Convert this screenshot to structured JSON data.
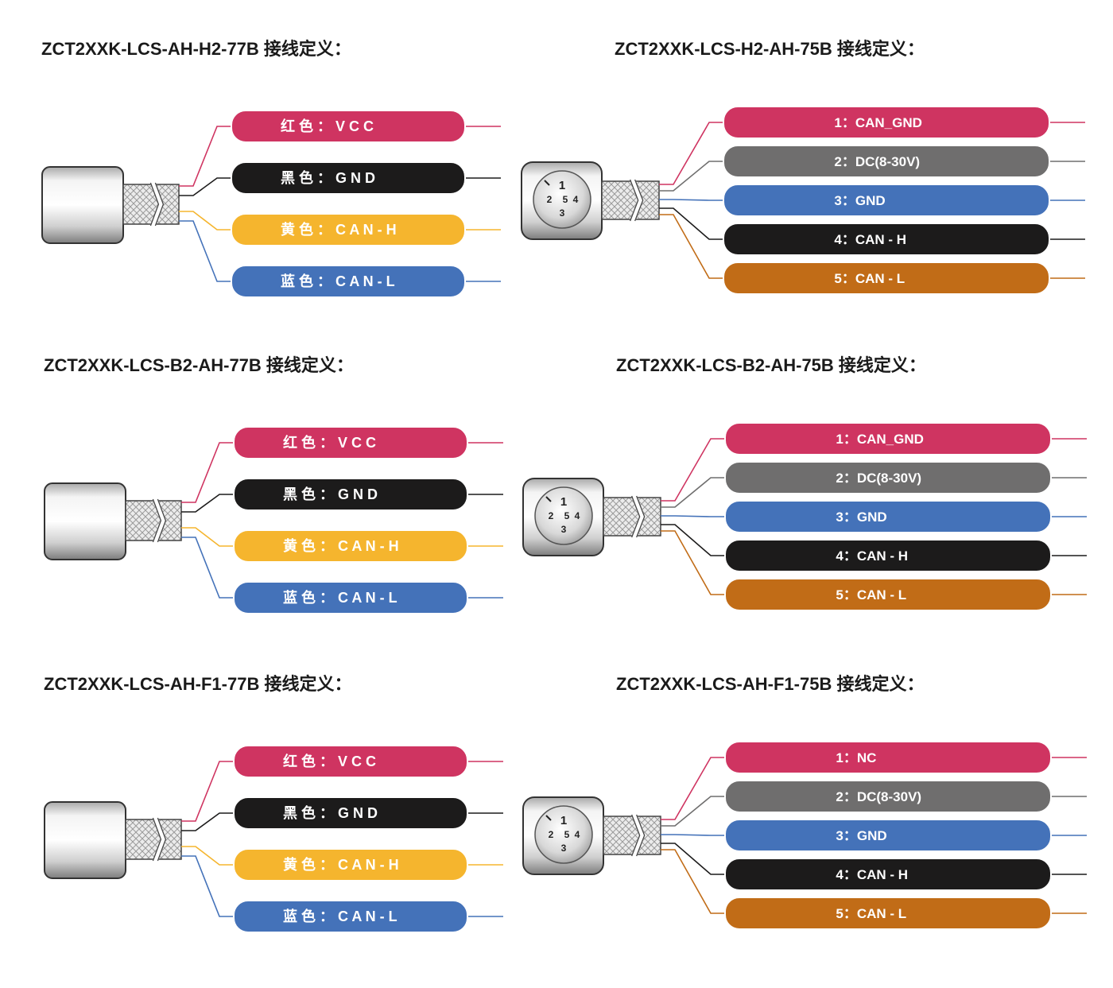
{
  "colors": {
    "red": "#cf3461",
    "black": "#1c1b1b",
    "yellow": "#f5b52e",
    "blue": "#4472b9",
    "gray": "#6f6e6e",
    "orange": "#c16c17"
  },
  "panels": [
    {
      "title": "ZCT2XXK-LCS-AH-H2-77B 接线定义：",
      "connector": "round",
      "wires": [
        {
          "label": "红 色 ： V C C",
          "color": "red"
        },
        {
          "label": "黑 色 ： G N D",
          "color": "black"
        },
        {
          "label": "黄 色 ： C A N - H",
          "color": "yellow"
        },
        {
          "label": "蓝 色 ： C A N - L",
          "color": "blue"
        }
      ]
    },
    {
      "title": "ZCT2XXK-LCS-H2-AH-75B 接线定义：",
      "connector": "plug",
      "pins": [
        "1",
        "2",
        "5",
        "4",
        "3"
      ],
      "wires": [
        {
          "label": "1：CAN_GND",
          "color": "red"
        },
        {
          "label": "2：DC(8-30V)",
          "color": "gray"
        },
        {
          "label": "3：GND",
          "color": "blue"
        },
        {
          "label": "4：CAN - H",
          "color": "black"
        },
        {
          "label": "5：CAN - L",
          "color": "orange"
        }
      ]
    },
    {
      "title": "ZCT2XXK-LCS-B2-AH-77B 接线定义：",
      "connector": "round",
      "wires": [
        {
          "label": "红 色 ： V C C",
          "color": "red"
        },
        {
          "label": "黑 色 ： G N D",
          "color": "black"
        },
        {
          "label": "黄 色 ： C A N - H",
          "color": "yellow"
        },
        {
          "label": "蓝 色 ： C A N - L",
          "color": "blue"
        }
      ]
    },
    {
      "title": "ZCT2XXK-LCS-B2-AH-75B 接线定义：",
      "connector": "plug",
      "pins": [
        "1",
        "2",
        "5",
        "4",
        "3"
      ],
      "wires": [
        {
          "label": "1：CAN_GND",
          "color": "red"
        },
        {
          "label": "2：DC(8-30V)",
          "color": "gray"
        },
        {
          "label": "3：GND",
          "color": "blue"
        },
        {
          "label": "4：CAN - H",
          "color": "black"
        },
        {
          "label": "5：CAN - L",
          "color": "orange"
        }
      ]
    },
    {
      "title": "ZCT2XXK-LCS-AH-F1-77B 接线定义：",
      "connector": "round",
      "wires": [
        {
          "label": "红 色 ： V C C",
          "color": "red"
        },
        {
          "label": "黑 色 ： G N D",
          "color": "black"
        },
        {
          "label": "黄 色 ： C A N - H",
          "color": "yellow"
        },
        {
          "label": "蓝 色 ： C A N - L",
          "color": "blue"
        }
      ]
    },
    {
      "title": "ZCT2XXK-LCS-AH-F1-75B 接线定义：",
      "connector": "plug",
      "pins": [
        "1",
        "2",
        "5",
        "4",
        "3"
      ],
      "wires": [
        {
          "label": "1：NC",
          "color": "red"
        },
        {
          "label": "2：DC(8-30V)",
          "color": "gray"
        },
        {
          "label": "3：GND",
          "color": "blue"
        },
        {
          "label": "4：CAN - H",
          "color": "black"
        },
        {
          "label": "5：CAN - L",
          "color": "orange"
        }
      ]
    }
  ]
}
